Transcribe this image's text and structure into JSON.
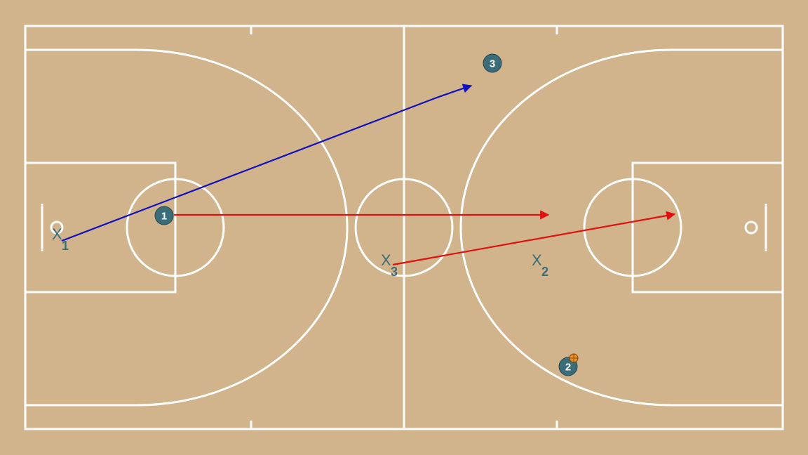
{
  "colors": {
    "court": "#d2b48c",
    "lines": "#ffffff",
    "player": "#3a6d78",
    "defender_label": "#3b6d78",
    "pass_arrow": "#1010c0",
    "cut_arrow": "#e01010",
    "ball": "#e8902a"
  },
  "offense": [
    {
      "label": "1"
    },
    {
      "label": "2",
      "has_ball": true
    },
    {
      "label": "3"
    }
  ],
  "defense": [
    {
      "letter": "X",
      "number": "1"
    },
    {
      "letter": "X",
      "number": "2"
    },
    {
      "letter": "X",
      "number": "3"
    }
  ],
  "actions": [
    {
      "type": "pass",
      "from": "X1",
      "to": "3"
    },
    {
      "type": "cut",
      "from": "1",
      "to": "center"
    },
    {
      "type": "cut",
      "from": "X3",
      "to": "right basket"
    }
  ]
}
